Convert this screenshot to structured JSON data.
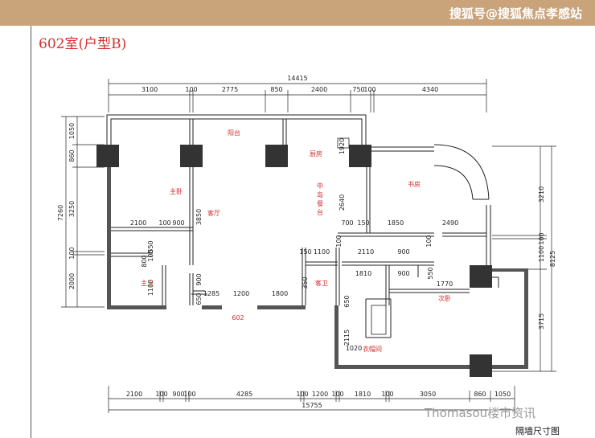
{
  "header": {
    "watermark_text": "搜狐号@搜狐焦点孝感站"
  },
  "plan": {
    "title": "602室(户型B)",
    "caption": "隔墙尺寸图",
    "source_watermark": "Thomasou楼市资讯",
    "unit_number": "602"
  },
  "rooms": {
    "balcony": "阳台",
    "kitchen": "厨房",
    "island_1": "中",
    "island_2": "岛",
    "island_3": "餐",
    "island_4": "台",
    "master_bedroom": "主卧",
    "living_room": "客厅",
    "study": "书房",
    "master_bath": "主卫",
    "guest_bath": "客卫",
    "second_bedroom": "次卧",
    "walk_in_closet": "衣帽间"
  },
  "dimensions": {
    "top_total": "14415",
    "top_segments": [
      "3100",
      "100",
      "2775",
      "850",
      "2400",
      "750",
      "100",
      "4340"
    ],
    "bottom_total": "15755",
    "bottom_segments": [
      "2100",
      "100",
      "900",
      "100",
      "4285",
      "100",
      "1200",
      "100",
      "1810",
      "100",
      "3050",
      "860",
      "1050"
    ],
    "left_total": "7260",
    "left_segments": [
      "1050",
      "860",
      "3250",
      "100",
      "2000"
    ],
    "right_total": "8125",
    "right_segments": [
      "3210",
      "100",
      "1100",
      "3715"
    ],
    "interior": {
      "a": "2100",
      "b": "100",
      "c": "900",
      "d": "550",
      "e": "100",
      "f": "800",
      "g": "1100",
      "h": "3850",
      "i": "900",
      "j": "650",
      "k": "1285",
      "l": "1200",
      "m": "1800",
      "n": "1920",
      "o": "2640",
      "p": "700",
      "q": "150",
      "r": "1850",
      "s": "2490",
      "t": "150",
      "u": "1100",
      "v": "2110",
      "w": "900",
      "x": "1810",
      "y": "900",
      "z": "550",
      "aa": "1770",
      "ab": "650",
      "ac": "2115",
      "ad": "1020",
      "ae": "100",
      "af": "100",
      "ag": "350"
    }
  }
}
